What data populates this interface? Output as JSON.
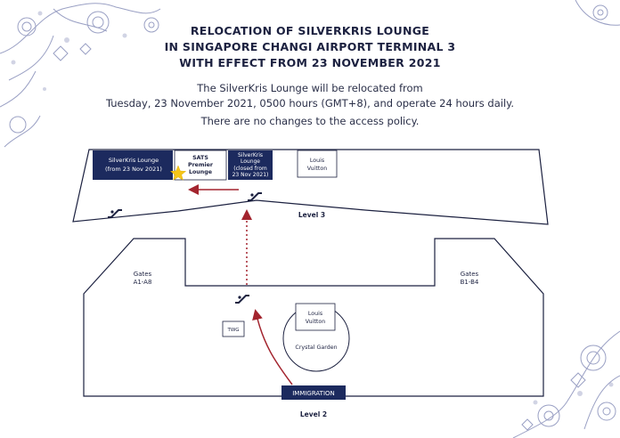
{
  "notice": {
    "title_line1": "RELOCATION OF SILVERKRIS LOUNGE",
    "title_line2": "IN SINGAPORE CHANGI AIRPORT TERMINAL 3",
    "title_line3": "WITH EFFECT FROM 23 NOVEMBER 2021",
    "body_line1": "The SilverKris Lounge will be relocated from",
    "body_line2": "Tuesday, 23 November 2021, 0500 hours (GMT+8), and operate 24 hours daily.",
    "body_line3": "There are no changes to the access policy."
  },
  "level3": {
    "label": "Level 3",
    "new_lounge_line1": "SilverKris Lounge",
    "new_lounge_line2": "(from 23 Nov 2021)",
    "sats_line1": "SATS",
    "sats_line2": "Premier",
    "sats_line3": "Lounge",
    "old_lounge_line1": "SilverKris",
    "old_lounge_line2": "Lounge",
    "old_lounge_line3": "(closed from",
    "old_lounge_line4": "23 Nov 2021)",
    "lv_line1": "Louis",
    "lv_line2": "Vuitton"
  },
  "level2": {
    "label": "Level 2",
    "gates_left_line1": "Gates",
    "gates_left_line2": "A1-A8",
    "gates_right_line1": "Gates",
    "gates_right_line2": "B1-B4",
    "lv_line1": "Louis",
    "lv_line2": "Vuitton",
    "crystal_garden": "Crystal Garden",
    "twg": "TWG",
    "immigration": "IMMIGRATION"
  },
  "colors": {
    "navy": "#1c2a5e",
    "arrow": "#a3242e",
    "star": "#f5c518",
    "floral": "#9aa0c4"
  },
  "icons": [
    "escalator-icon",
    "star-icon",
    "floral-decoration"
  ]
}
